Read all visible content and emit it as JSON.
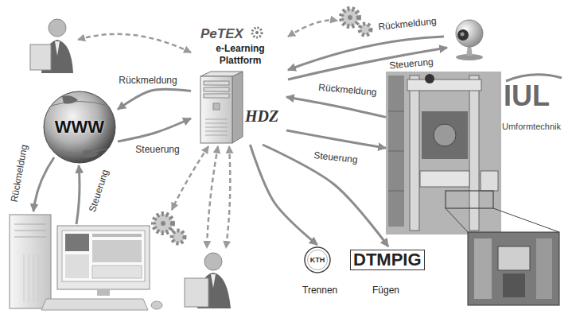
{
  "diagram": {
    "nodes": [
      {
        "text": [
          "PeTEX",
          "e-Learning Plattform",
          "HDZ"
        ]
      },
      {
        "text": [
          "WWW"
        ]
      },
      {
        "text": [
          "IUL",
          "Umformtechnik"
        ]
      },
      {
        "text": [
          "KTH",
          "Trennen"
        ]
      },
      {
        "text": [
          "DTMPIG",
          "Fügen"
        ]
      }
    ],
    "edges": [
      {
        "from": 0,
        "to": 1,
        "label": "Rückmeldung",
        "arrow": "to"
      },
      {
        "from": 1,
        "to": 0,
        "label": "Steuerung",
        "arrow": "to"
      },
      {
        "from": 2,
        "to": 0,
        "label": "Rückmeldung",
        "arrow": "to"
      },
      {
        "from": 0,
        "to": 2,
        "label": "Steuerung",
        "arrow": "to"
      },
      {
        "from": 0,
        "to": 3,
        "arrow": "to"
      },
      {
        "from": 0,
        "to": 4,
        "arrow": "to"
      }
    ],
    "labels": [
      "Rückmeldung",
      "Steuerung",
      "Rückmeldung",
      "Steuerung"
    ]
  }
}
